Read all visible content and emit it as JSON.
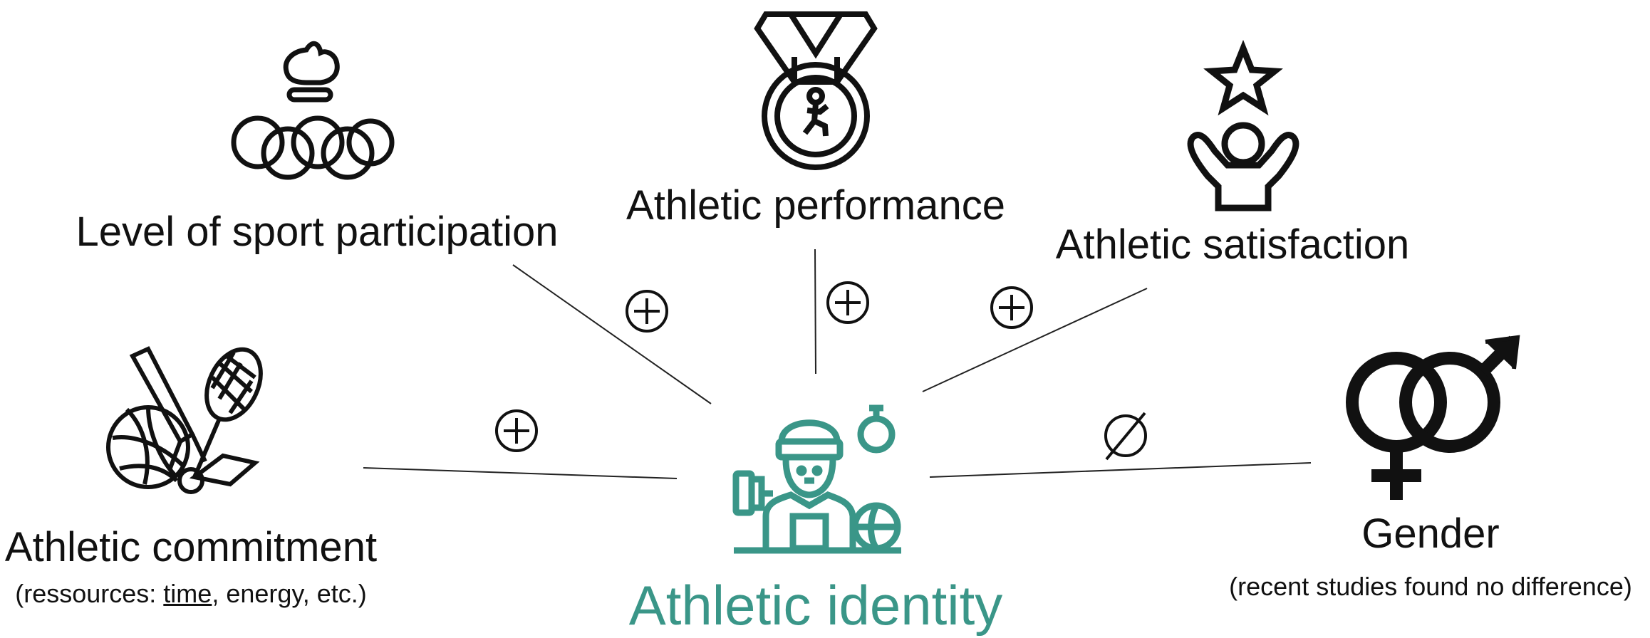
{
  "center": {
    "label": "Athletic identity",
    "color": "#3a9688",
    "icon": "athlete-icon"
  },
  "factors": [
    {
      "id": "level",
      "label": "Level of sport participation",
      "relation": "+",
      "icon": "olympic-rings-icon"
    },
    {
      "id": "performance",
      "label": "Athletic performance",
      "relation": "+",
      "icon": "medal-icon"
    },
    {
      "id": "satisfaction",
      "label": "Athletic satisfaction",
      "relation": "+",
      "icon": "cheering-person-star-icon"
    },
    {
      "id": "commitment",
      "label": "Athletic commitment",
      "note": {
        "prefix": "(ressources: ",
        "underlined": "time",
        "suffix": ", energy, etc.)"
      },
      "relation": "+",
      "icon": "sports-equipment-icon"
    },
    {
      "id": "gender",
      "label": "Gender",
      "note": "(recent studies found no difference)",
      "relation": "∅",
      "icon": "gender-symbols-icon"
    }
  ]
}
